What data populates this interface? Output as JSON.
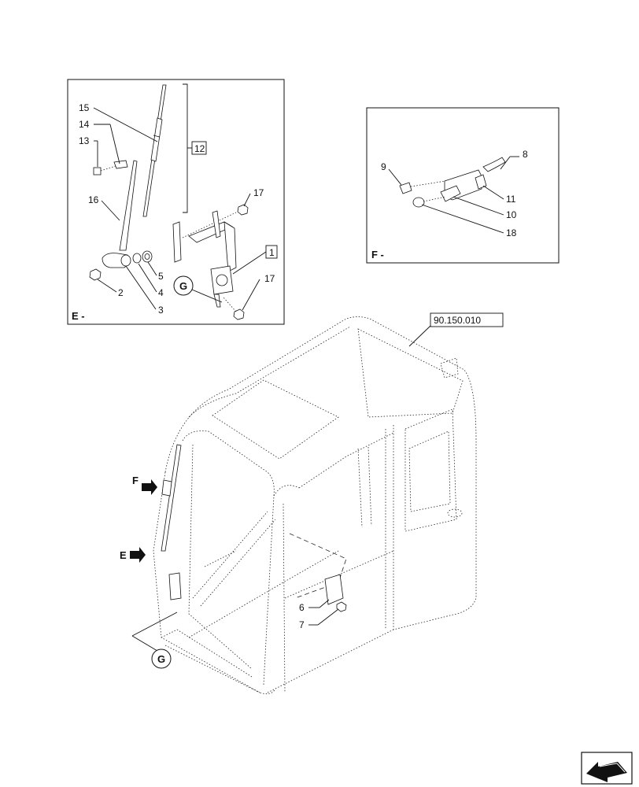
{
  "panels": {
    "e": {
      "label": "E -",
      "callouts": {
        "c15": "15",
        "c14": "14",
        "c13": "13",
        "c16": "16",
        "c12": "12",
        "c17a": "17",
        "c1": "1",
        "c5": "5",
        "c4": "4",
        "c2": "2",
        "c3": "3",
        "c17b": "17",
        "g": "G"
      }
    },
    "f": {
      "label": "F -",
      "callouts": {
        "c9": "9",
        "c8": "8",
        "c11": "11",
        "c10": "10",
        "c18": "18"
      }
    }
  },
  "main": {
    "reference": "90.150.010",
    "view_markers": {
      "f": "F",
      "e": "E",
      "g": "G"
    },
    "callouts": {
      "c6": "6",
      "c7": "7"
    }
  },
  "nav_icon": "next-page-arrow-icon"
}
